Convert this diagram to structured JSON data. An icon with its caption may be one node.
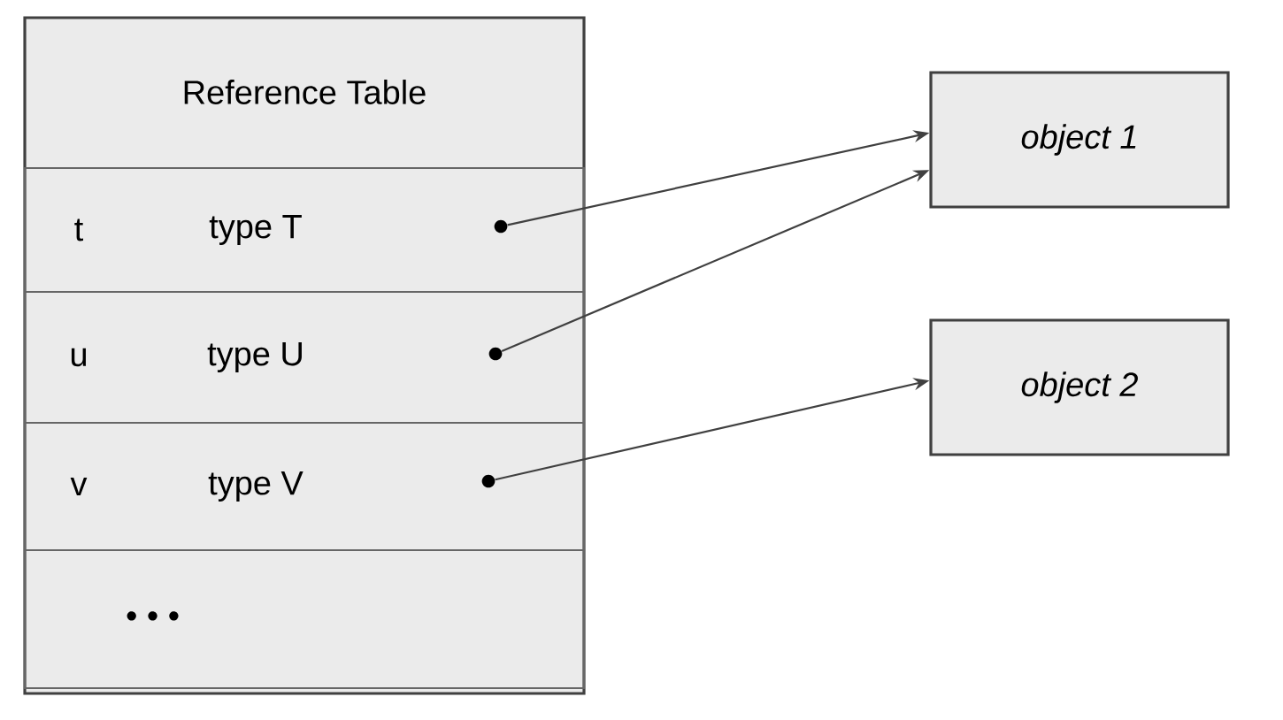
{
  "diagram": {
    "nodes": [
      {
        "text": [
          "Reference Table"
        ]
      },
      {
        "text": [
          "t",
          "type T"
        ],
        "in": 0
      },
      {
        "text": [],
        "shape": "circle",
        "in": 1
      },
      {
        "text": [
          "u",
          "type U"
        ],
        "in": 0
      },
      {
        "text": [],
        "shape": "circle",
        "in": 3
      },
      {
        "text": [
          "v",
          "type V"
        ],
        "in": 0
      },
      {
        "text": [],
        "shape": "circle",
        "in": 5
      },
      {
        "text": [
          "• • •"
        ],
        "in": 0
      },
      {
        "text": [
          "object 1"
        ]
      },
      {
        "text": [
          "object 2"
        ]
      }
    ],
    "edges": [
      {
        "from": 2,
        "to": 8,
        "arrow": "to"
      },
      {
        "from": 4,
        "to": 8,
        "arrow": "to"
      },
      {
        "from": 6,
        "to": 9,
        "arrow": "to"
      }
    ]
  }
}
